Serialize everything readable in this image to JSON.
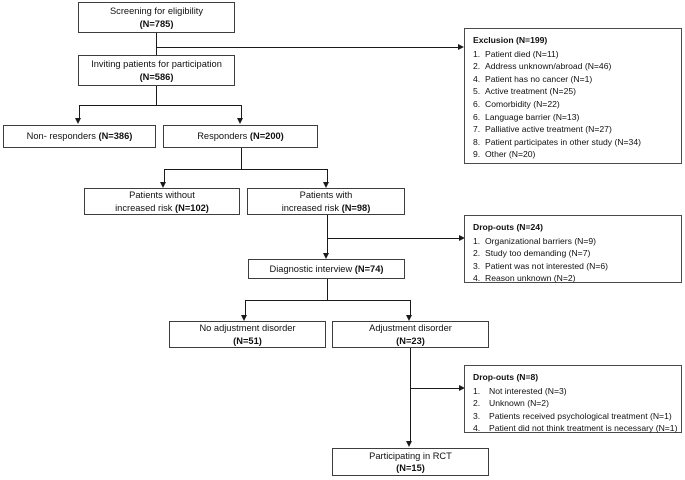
{
  "diagram": {
    "title": "CONSORT-style participant flow diagram",
    "line_color": "#1a1a1a",
    "box_border_color": "#3d3d3d",
    "background": "#ffffff"
  },
  "nodes": {
    "screening": {
      "line1": "Screening  for eligibility",
      "line2": "(N=785)"
    },
    "inviting": {
      "line1": "Inviting patients for participation",
      "line2": "(N=586)"
    },
    "non_responders": {
      "line1": "Non- responders (N=386)"
    },
    "responders": {
      "line1": "Responders (N=200)"
    },
    "without_risk": {
      "line1": "Patients without",
      "line2": "increased risk (N=102)"
    },
    "with_risk": {
      "line1": "Patients with",
      "line2": "increased risk (N=98)"
    },
    "diagnostic_interview": {
      "line1": "Diagnostic interview (N=74)"
    },
    "no_adjustment": {
      "line1": "No adjustment disorder",
      "line2": "(N=51)"
    },
    "adjustment": {
      "line1": "Adjustment disorder",
      "line2": "(N=23)"
    },
    "rct": {
      "line1": "Participating in RCT",
      "line2": "(N=15)"
    }
  },
  "panels": {
    "exclusion": {
      "title": "Exclusion (N=199)",
      "items": [
        {
          "num": "1.",
          "text": "Patient died (N=11)"
        },
        {
          "num": "2.",
          "text": "Address unknown/abroad (N=46)"
        },
        {
          "num": "4.",
          "text": "Patient has no cancer (N=1)"
        },
        {
          "num": "5.",
          "text": "Active treatment (N=25)"
        },
        {
          "num": "6.",
          "text": "Comorbidity (N=22)"
        },
        {
          "num": "6.",
          "text": "Language barrier (N=13)"
        },
        {
          "num": "7.",
          "text": "Palliative active treatment  (N=27)"
        },
        {
          "num": "8.",
          "text": "Patient participates in other study (N=34)"
        },
        {
          "num": "9.",
          "text": "Other (N=20)"
        }
      ]
    },
    "dropouts_1": {
      "title": "Drop-outs (N=24)",
      "items": [
        {
          "num": "1.",
          "text": "Organizational barriers (N=9)"
        },
        {
          "num": "2.",
          "text": "Study too demanding (N=7)"
        },
        {
          "num": "3.",
          "text": "Patient was not interested (N=6)"
        },
        {
          "num": "4.",
          "text": "Reason unknown (N=2)"
        }
      ]
    },
    "dropouts_2": {
      "title": "Drop-outs (N=8)",
      "items": [
        {
          "num": "1.",
          "text": "Not interested (N=3)"
        },
        {
          "num": "2.",
          "text": "Unknown (N=2)"
        },
        {
          "num": "3.",
          "text": "Patients received  psychological treatment (N=1)"
        },
        {
          "num": "4.",
          "text": "Patient did not think treatment is necessary (N=1)"
        }
      ]
    }
  }
}
